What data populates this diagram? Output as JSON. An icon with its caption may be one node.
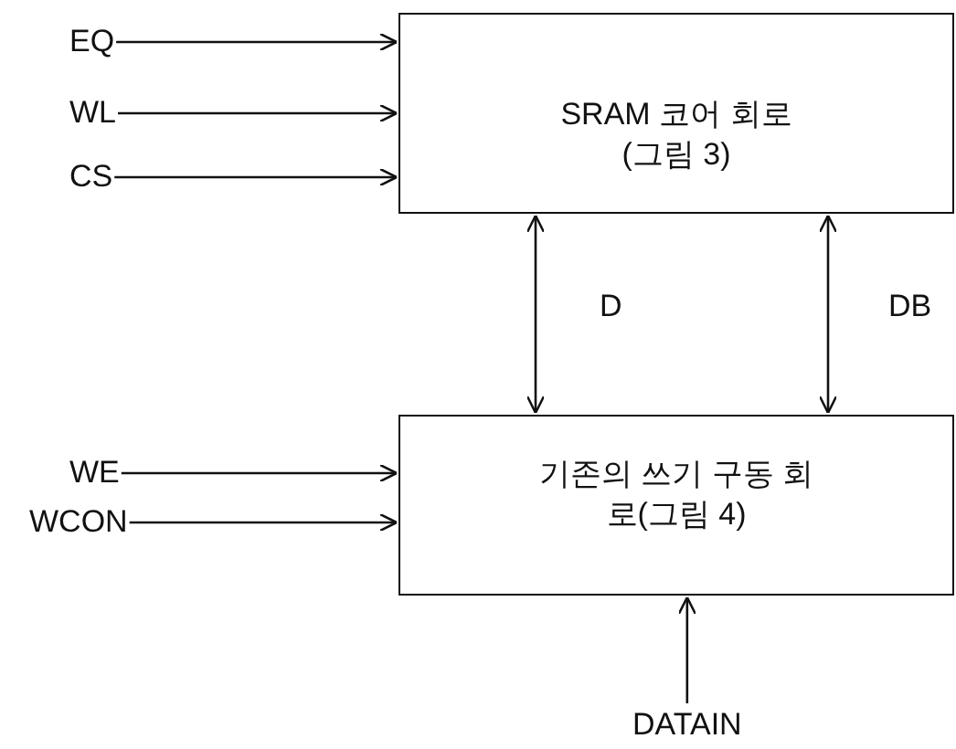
{
  "diagram": {
    "nodes": [
      {
        "text": [
          "SRAM 코어 회로 (그림 3)"
        ]
      },
      {
        "text": [
          "기존의 쓰기 구동 회로(그림 4)"
        ]
      },
      {
        "text": [
          "EQ"
        ]
      },
      {
        "text": [
          "WL"
        ]
      },
      {
        "text": [
          "CS"
        ]
      },
      {
        "text": [
          "WE"
        ]
      },
      {
        "text": [
          "WCON"
        ]
      },
      {
        "text": [
          "DATAIN"
        ]
      }
    ],
    "edges": [
      {
        "from": 2,
        "to": 0,
        "arrow": "to"
      },
      {
        "from": 3,
        "to": 0,
        "arrow": "to"
      },
      {
        "from": 4,
        "to": 0,
        "arrow": "to"
      },
      {
        "from": 0,
        "to": 1,
        "arrow": "both",
        "label": "D"
      },
      {
        "from": 0,
        "to": 1,
        "arrow": "both",
        "label": "DB"
      },
      {
        "from": 5,
        "to": 1,
        "arrow": "to"
      },
      {
        "from": 6,
        "to": 1,
        "arrow": "to"
      },
      {
        "from": 7,
        "to": 1,
        "arrow": "to"
      }
    ]
  }
}
